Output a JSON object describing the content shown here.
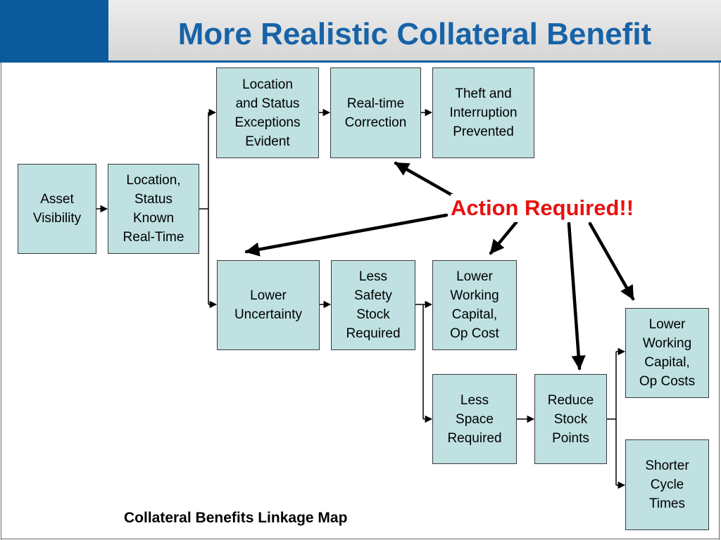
{
  "slide": {
    "title": "More Realistic Collateral Benefit",
    "caption": "Collateral Benefits Linkage Map",
    "action_label": "Action Required!!"
  },
  "nodes": {
    "asset_visibility": "Asset\nVisibility",
    "location_status_known": "Location,\nStatus\nKnown\nReal-Time",
    "location_status_exceptions": "Location\nand Status\nExceptions\nEvident",
    "realtime_correction": "Real-time\nCorrection",
    "theft_prevented": "Theft and\nInterruption\nPrevented",
    "lower_uncertainty": "Lower\nUncertainty",
    "less_safety_stock": "Less\nSafety\nStock\nRequired",
    "lower_working_capital_op_cost": "Lower\nWorking\nCapital,\nOp Cost",
    "less_space": "Less\nSpace\nRequired",
    "reduce_stock_points": "Reduce\nStock\nPoints",
    "lower_working_capital_op_costs": "Lower\nWorking\nCapital,\nOp Costs",
    "shorter_cycle_times": "Shorter\nCycle\nTimes"
  },
  "colors": {
    "box_fill": "#bfe1e2",
    "title_blue": "#1763a8",
    "header_block": "#0b5a9b",
    "action_red": "#e8110f"
  }
}
